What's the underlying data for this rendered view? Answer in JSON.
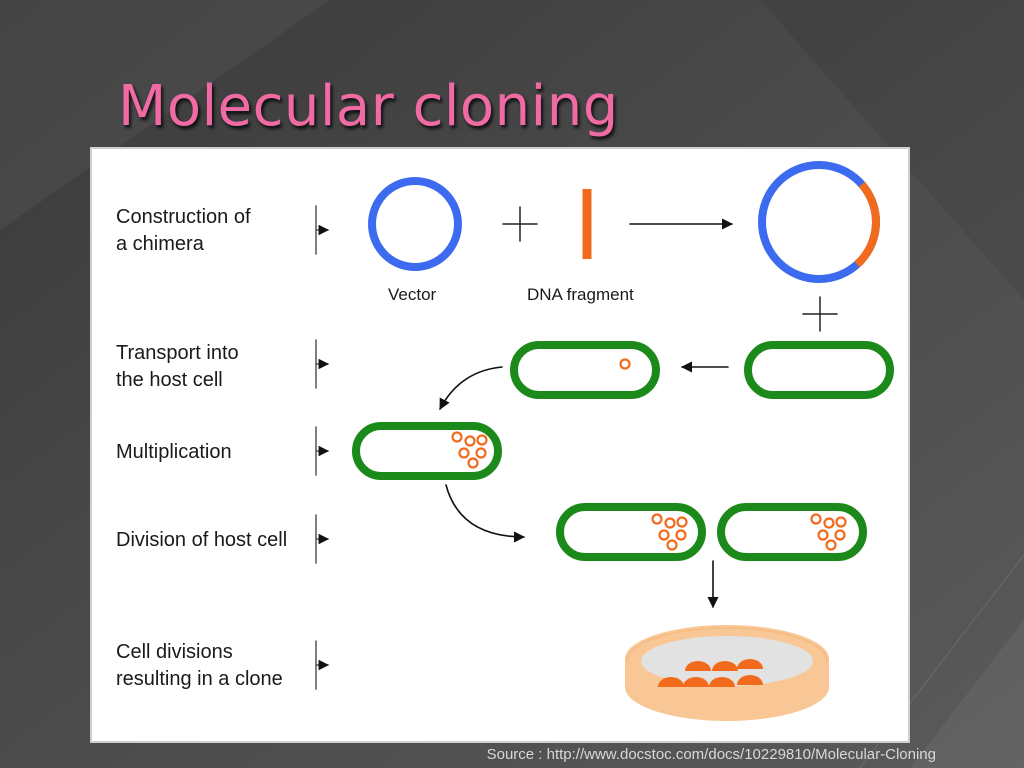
{
  "slide": {
    "title": "Molecular cloning",
    "source": "Source : http://www.docstoc.com/docs/10229810/Molecular-Cloning"
  },
  "steps": [
    {
      "lines": [
        "Construction of",
        "a chimera"
      ]
    },
    {
      "lines": [
        "Transport into",
        "the host cell"
      ]
    },
    {
      "lines": [
        "Multiplication"
      ]
    },
    {
      "lines": [
        "Division of host cell"
      ]
    },
    {
      "lines": [
        "Cell divisions",
        "resulting in a clone"
      ]
    }
  ],
  "captions": {
    "vector": "Vector",
    "fragment": "DNA fragment"
  },
  "colors": {
    "title": "#f06aa4",
    "vector": "#3d6bf0",
    "dna_fragment": "#f26b1d",
    "cell": "#1b8a1b",
    "dish": "#f9c796",
    "dish_inner": "#e2e2e2"
  }
}
